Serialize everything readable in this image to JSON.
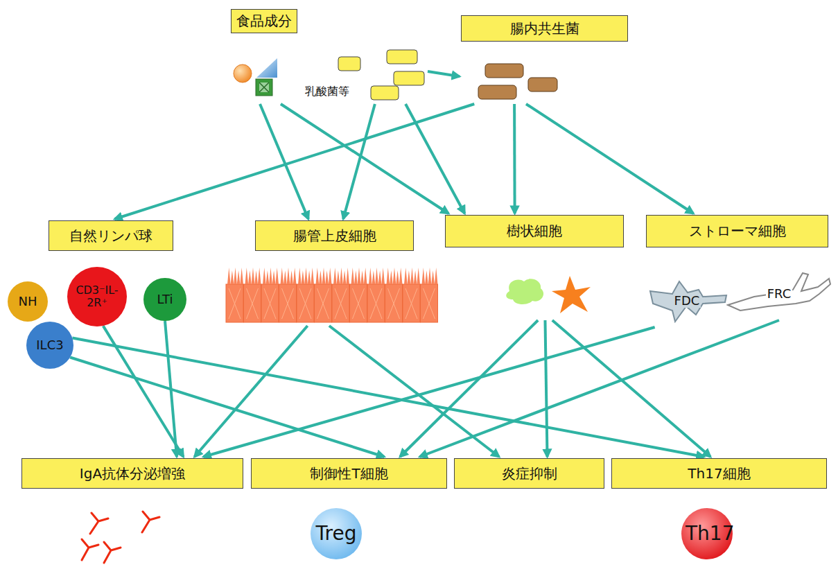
{
  "diagram": {
    "nodes": [
      {
        "text": [
          "食品成分"
        ]
      },
      {
        "text": [
          "腸内共生菌"
        ]
      },
      {
        "text": [
          "自然リンパ球"
        ]
      },
      {
        "text": [
          "NH"
        ]
      },
      {
        "text": [
          "CD3⁻IL-2R⁺"
        ]
      },
      {
        "text": [
          "LTi"
        ]
      },
      {
        "text": [
          "ILC3"
        ]
      },
      {
        "text": [
          "腸管上皮細胞"
        ]
      },
      {
        "text": [
          "樹状細胞"
        ]
      },
      {
        "text": [
          "ストローマ細胞"
        ]
      },
      {
        "text": [
          "FDC"
        ]
      },
      {
        "text": [
          "FRC"
        ]
      },
      {
        "text": [
          "IgA抗体分泌増強"
        ]
      },
      {
        "text": [
          "制御性T細胞"
        ]
      },
      {
        "text": [
          "炎症抑制"
        ]
      },
      {
        "text": [
          "Th17細胞"
        ]
      },
      {
        "text": [
          "Treg"
        ]
      },
      {
        "text": [
          "Th17"
        ]
      }
    ],
    "edges": [
      {
        "from": 0,
        "to": 1,
        "arrow": "to"
      },
      {
        "from": 1,
        "to": 2,
        "arrow": "to"
      },
      {
        "from": 0,
        "to": 7,
        "arrow": "to"
      },
      {
        "from": 0,
        "to": 8,
        "arrow": "to"
      },
      {
        "from": 0,
        "to": 7,
        "arrow": "to"
      },
      {
        "from": 0,
        "to": 8,
        "arrow": "to"
      },
      {
        "from": 1,
        "to": 8,
        "arrow": "to"
      },
      {
        "from": 1,
        "to": 9,
        "arrow": "to"
      },
      {
        "from": 4,
        "to": 12,
        "arrow": "to"
      },
      {
        "from": 5,
        "to": 12,
        "arrow": "to"
      },
      {
        "from": 6,
        "to": 13,
        "arrow": "to"
      },
      {
        "from": 6,
        "to": 15,
        "arrow": "to"
      },
      {
        "from": 7,
        "to": 12,
        "arrow": "to"
      },
      {
        "from": 7,
        "to": 14,
        "arrow": "to"
      },
      {
        "from": 10,
        "to": 12,
        "arrow": "to"
      },
      {
        "from": 8,
        "to": 13,
        "arrow": "to"
      },
      {
        "from": 8,
        "to": 14,
        "arrow": "to"
      },
      {
        "from": 8,
        "to": 15,
        "arrow": "to"
      },
      {
        "from": 11,
        "to": 13,
        "arrow": "to"
      }
    ],
    "labels": [
      "乳酸菌等"
    ]
  }
}
